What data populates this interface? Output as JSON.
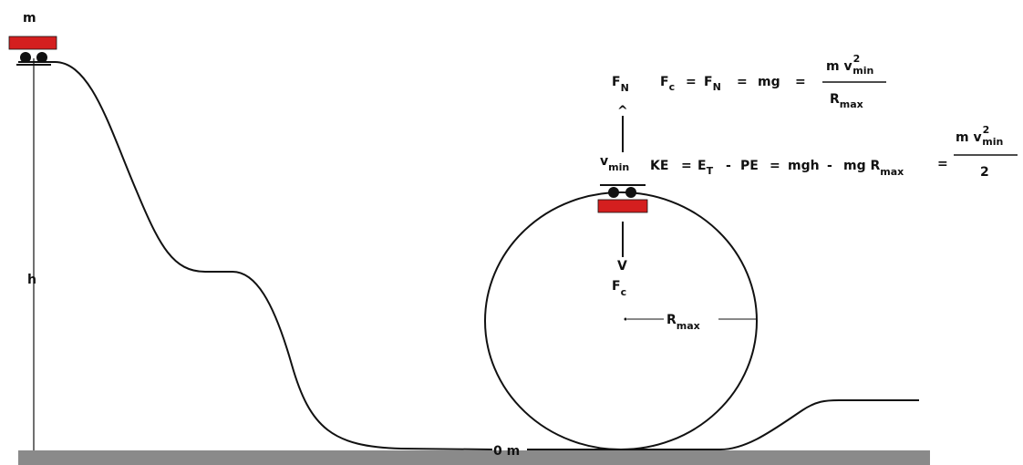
{
  "colors": {
    "track": "#111111",
    "cart": "#d41f1f",
    "ground": "#8a8a8a",
    "background": "#ffffff"
  },
  "labels": {
    "mass": "m",
    "height": "h",
    "zero_level": "0 m",
    "radius_main": "R",
    "radius_sub": "max",
    "vmin_main": "v",
    "vmin_sub": "min",
    "fn_main": "F",
    "fn_sub": "N",
    "fc_main": "F",
    "fc_sub": "c",
    "arrow_up": "^",
    "arrow_down": "V"
  },
  "equation1": {
    "lhs_main": "F",
    "lhs_sub": "c",
    "eq1": "=",
    "fn_main": "F",
    "fn_sub": "N",
    "eq2": "=",
    "mg": "mg",
    "eq3": "=",
    "num_main": "m v",
    "num_sup": "2",
    "num_sub": "min",
    "den_main": "R",
    "den_sub": "max"
  },
  "equation2": {
    "ke": "KE",
    "eq1": "=",
    "et_main": "E",
    "et_sub": "T",
    "minus1": "-",
    "pe": "PE",
    "eq2": "=",
    "mgh": "mgh",
    "minus2": "-",
    "mgr_main": "mg R",
    "mgr_sub": "max",
    "eq3": "=",
    "num_main": "m v",
    "num_sup": "2",
    "num_sub": "min",
    "den": "2"
  }
}
